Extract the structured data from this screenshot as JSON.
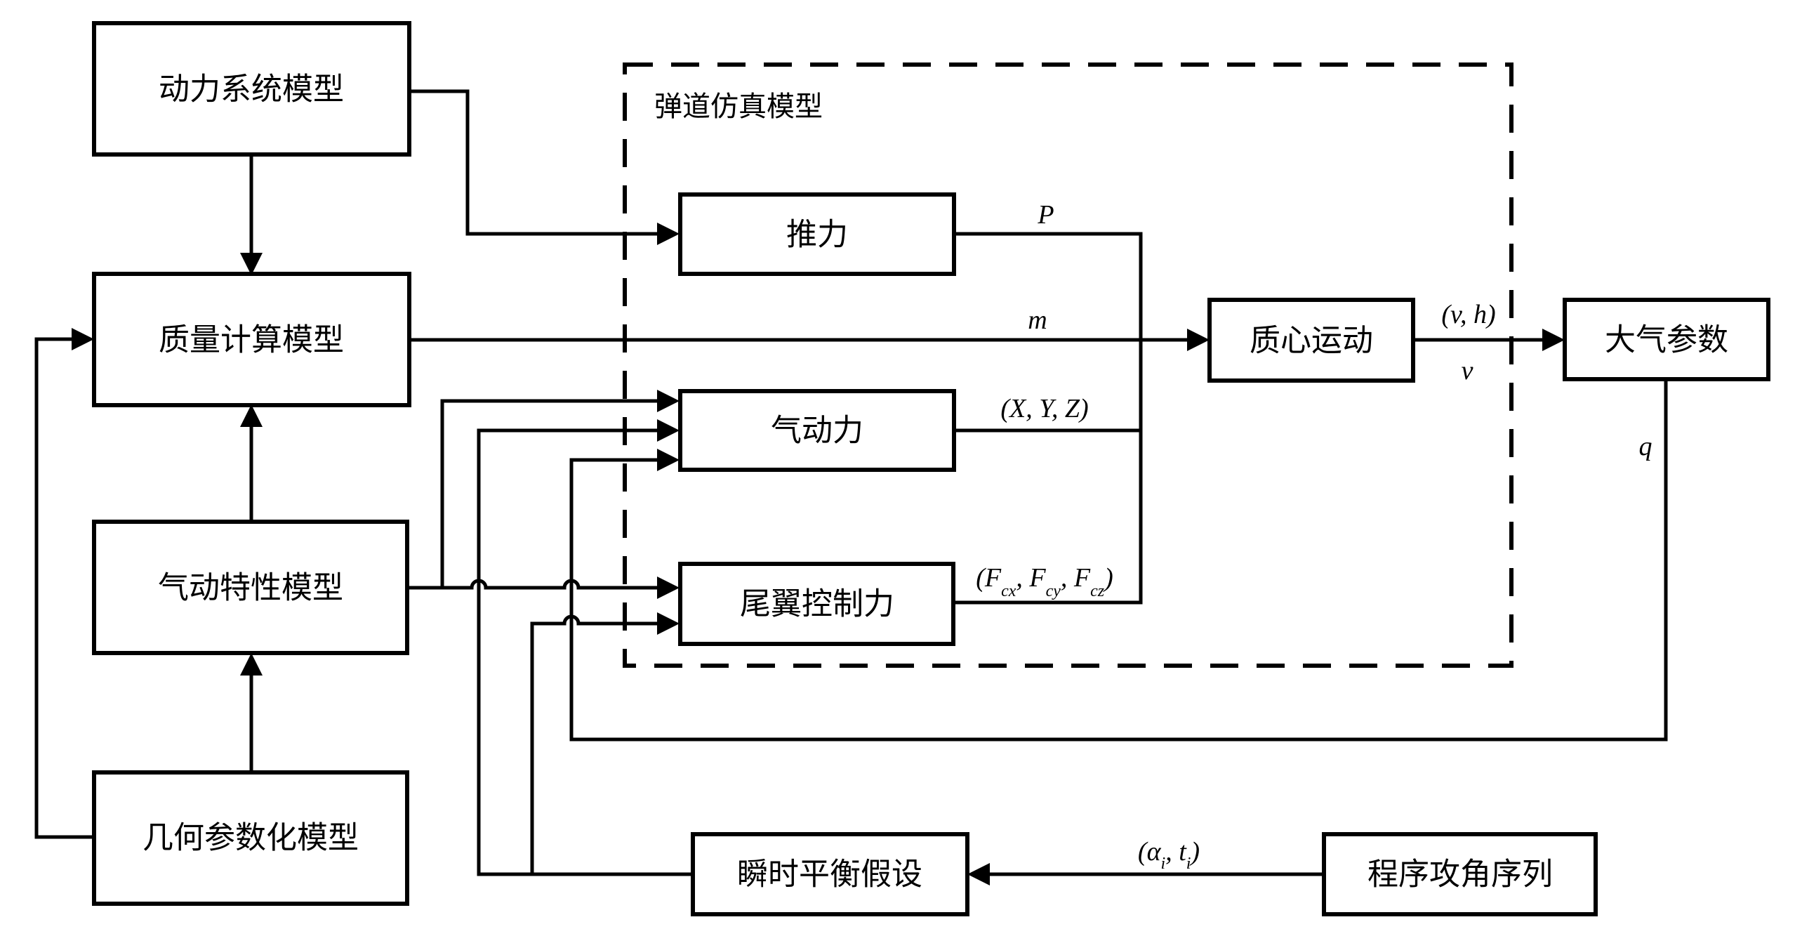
{
  "group": {
    "title": "弹道仿真模型"
  },
  "boxes": {
    "power_system": "动力系统模型",
    "mass_calc": "质量计算模型",
    "aero_char": "气动特性模型",
    "geometry": "几何参数化模型",
    "thrust": "推力",
    "aero_force": "气动力",
    "tail_control": "尾翼控制力",
    "cm_motion": "质心运动",
    "atmosphere": "大气参数",
    "instant_balance": "瞬时平衡假设",
    "aoa_sequence": "程序攻角序列"
  },
  "signals": {
    "thrust": "P",
    "mass": "m",
    "aero": "(X, Y, Z)",
    "tail": {
      "open": "(",
      "F": "F",
      "cx": "cx",
      "cy": "cy",
      "cz": "cz",
      "sep": ", ",
      "close": ")"
    },
    "vh": "(v, h)",
    "v": "v",
    "q": "q",
    "alpha_t": {
      "open": "(",
      "a": "α",
      "i": "i",
      "sep": ", ",
      "t": "t",
      "close": ")"
    }
  }
}
